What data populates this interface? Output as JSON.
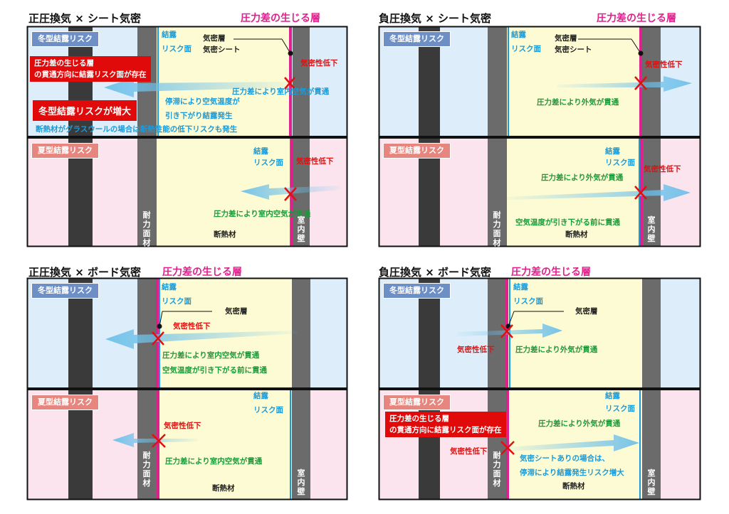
{
  "panels": [
    {
      "title": "正圧換気 × シート気密",
      "layer_label": "圧力差の生じる層",
      "winter_badge": "冬型結露リスク",
      "summer_badge": "夏型結露リスク",
      "wall_label": "耐力面材",
      "interior_label": "室内壁",
      "insulation_label": "断熱材",
      "w_risk_line1": "結露",
      "w_risk_line2": "リスク面",
      "airtight_layer": "気密層",
      "airtight_sheet": "気密シート",
      "w_leak": "気密性低下",
      "w_flow": "圧力差により室内空気が貫通",
      "w_note1": "停滞により空気温度が",
      "w_note2": "引き下がり結露発生",
      "w_box1": "圧力差の生じる層",
      "w_box2": "の貫通方向に結露リスク面が存在",
      "w_big": "冬型結露リスクが増大",
      "w_bottom": "断熱材がグラスウールの場合は断熱性能の低下リスクも発生",
      "s_risk_line1": "結露",
      "s_risk_line2": "リスク面",
      "s_leak": "気密性低下",
      "s_flow": "圧力差により室内空気が貫通"
    },
    {
      "title": "負圧換気 × シート気密",
      "layer_label": "圧力差の生じる層",
      "winter_badge": "冬型結露リスク",
      "summer_badge": "夏型結露リスク",
      "wall_label": "耐力面材",
      "interior_label": "室内壁",
      "insulation_label": "断熱材",
      "w_risk_line1": "結露",
      "w_risk_line2": "リスク面",
      "airtight_layer": "気密層",
      "airtight_sheet": "気密シート",
      "w_leak": "気密性低下",
      "w_flow": "圧力差により外気が貫通",
      "s_risk_line1": "結露",
      "s_risk_line2": "リスク面",
      "s_leak": "気密性低下",
      "s_flow": "圧力差により外気が貫通",
      "s_note": "空気温度が引き下がる前に貫通"
    },
    {
      "title": "正圧換気 × ボード気密",
      "layer_label": "圧力差の生じる層",
      "winter_badge": "冬型結露リスク",
      "summer_badge": "夏型結露リスク",
      "wall_label": "耐力面材",
      "interior_label": "室内壁",
      "insulation_label": "断熱材",
      "w_risk_line1": "結露",
      "w_risk_line2": "リスク面",
      "airtight_layer": "気密層",
      "w_leak": "気密性低下",
      "w_flow": "圧力差により室内空気が貫通",
      "w_note": "空気温度が引き下がる前に貫通",
      "s_risk_line1": "結露",
      "s_risk_line2": "リスク面",
      "s_leak": "気密性低下",
      "s_flow": "圧力差により室内空気が貫通"
    },
    {
      "title": "負圧換気 × ボード気密",
      "layer_label": "圧力差の生じる層",
      "winter_badge": "冬型結露リスク",
      "summer_badge": "夏型結露リスク",
      "wall_label": "耐力面材",
      "interior_label": "室内壁",
      "insulation_label": "断熱材",
      "w_risk_line1": "結露",
      "w_risk_line2": "リスク面",
      "airtight_layer": "気密層",
      "w_leak": "気密性低下",
      "w_flow": "圧力差により外気が貫通",
      "s_risk_line1": "結露",
      "s_risk_line2": "リスク面",
      "s_flow": "圧力差により外気が貫通",
      "s_box1": "圧力差の生じる層",
      "s_box2": "の貫通方向に結露リスク面が存在",
      "s_leak": "気密性低下",
      "s_note1": "気密シートありの場合は、",
      "s_note2": "停滞により結露発生リスク増大"
    }
  ],
  "colors": {
    "winter_bg": "#ddeefa",
    "summer_bg": "#fbe4ee",
    "insulation_bg": "#fdfbd3",
    "dark_stud": "#3a3a3a",
    "wall_board": "#6b6b6b",
    "pressure_layer": "#e0208c",
    "risk_line": "#1a9ad8",
    "leak_red": "#e01010"
  }
}
